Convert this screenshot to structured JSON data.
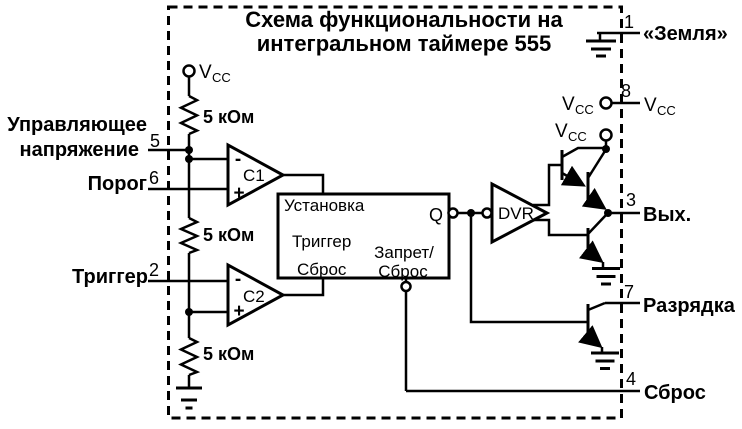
{
  "colors": {
    "ink": "#000000",
    "background": "#ffffff"
  },
  "title": {
    "line1": "Схема функциональности на",
    "line2": "интегральном таймере 555"
  },
  "vcc": {
    "base": "V",
    "sub": "CC"
  },
  "pins": {
    "ground": {
      "number": "1",
      "label": "«Земля»"
    },
    "supply": {
      "number": "8"
    },
    "output": {
      "number": "3",
      "label": "Вых."
    },
    "discharge": {
      "number": "7",
      "label": "Разрядка"
    },
    "reset": {
      "number": "4",
      "label": "Сброс"
    },
    "control": {
      "number": "5",
      "label_line1": "Управляющее",
      "label_line2": "напряжение"
    },
    "threshold": {
      "number": "6",
      "label": "Порог"
    },
    "trigger": {
      "number": "2",
      "label": "Триггер"
    }
  },
  "resistors": {
    "r1": "5 кОм",
    "r2": "5 кОм",
    "r3": "5 кОм"
  },
  "comparators": {
    "c1": "C1",
    "c2": "C2",
    "minus": "-",
    "plus": "+"
  },
  "flipflop": {
    "set": "Установка",
    "trigger": "Триггер",
    "reset": "Сброс",
    "inhibit_line1": "Запрет/",
    "inhibit_line2": "Сброс",
    "q_label": "Q"
  },
  "driver": {
    "label": "DVR"
  }
}
